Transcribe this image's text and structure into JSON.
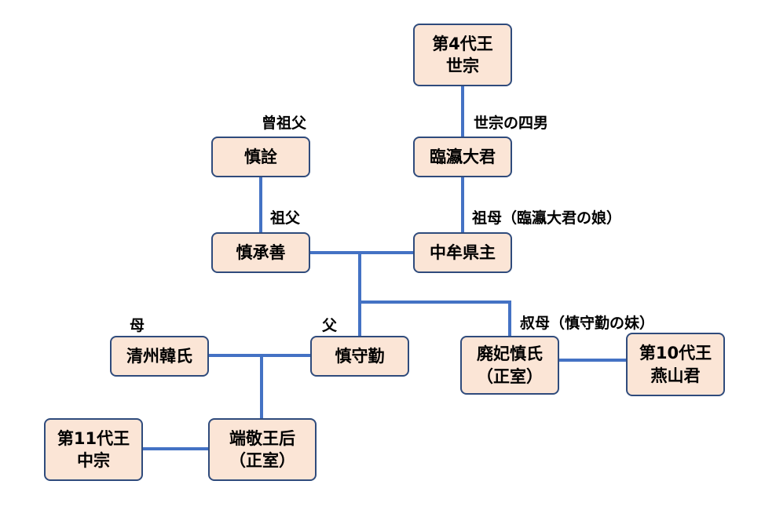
{
  "nodes": {
    "sejong": "第4代王\n世宗",
    "imyeong": "臨瀛大君",
    "sinjeon": "慎詮",
    "sin_seungseon": "慎承善",
    "jungmo": "中牟県主",
    "sin_sugeun": "慎守勤",
    "cheongju_han": "清州韓氏",
    "deposed_consort": "廃妃慎氏\n（正室）",
    "yeonsangun": "第10代王\n燕山君",
    "jungjong": "第11代王\n中宗",
    "queen_dangyeong": "端敬王后\n（正室）"
  },
  "labels": {
    "great_grandfather": "曾祖父",
    "fourth_son": "世宗の四男",
    "grandfather": "祖父",
    "grandmother": "祖母（臨瀛大君の娘）",
    "aunt": "叔母（慎守勤の妹）",
    "mother": "母",
    "father": "父"
  },
  "colors": {
    "node_fill": "#fbe5d6",
    "node_border": "#2f4b7c",
    "line": "#4472c4"
  }
}
